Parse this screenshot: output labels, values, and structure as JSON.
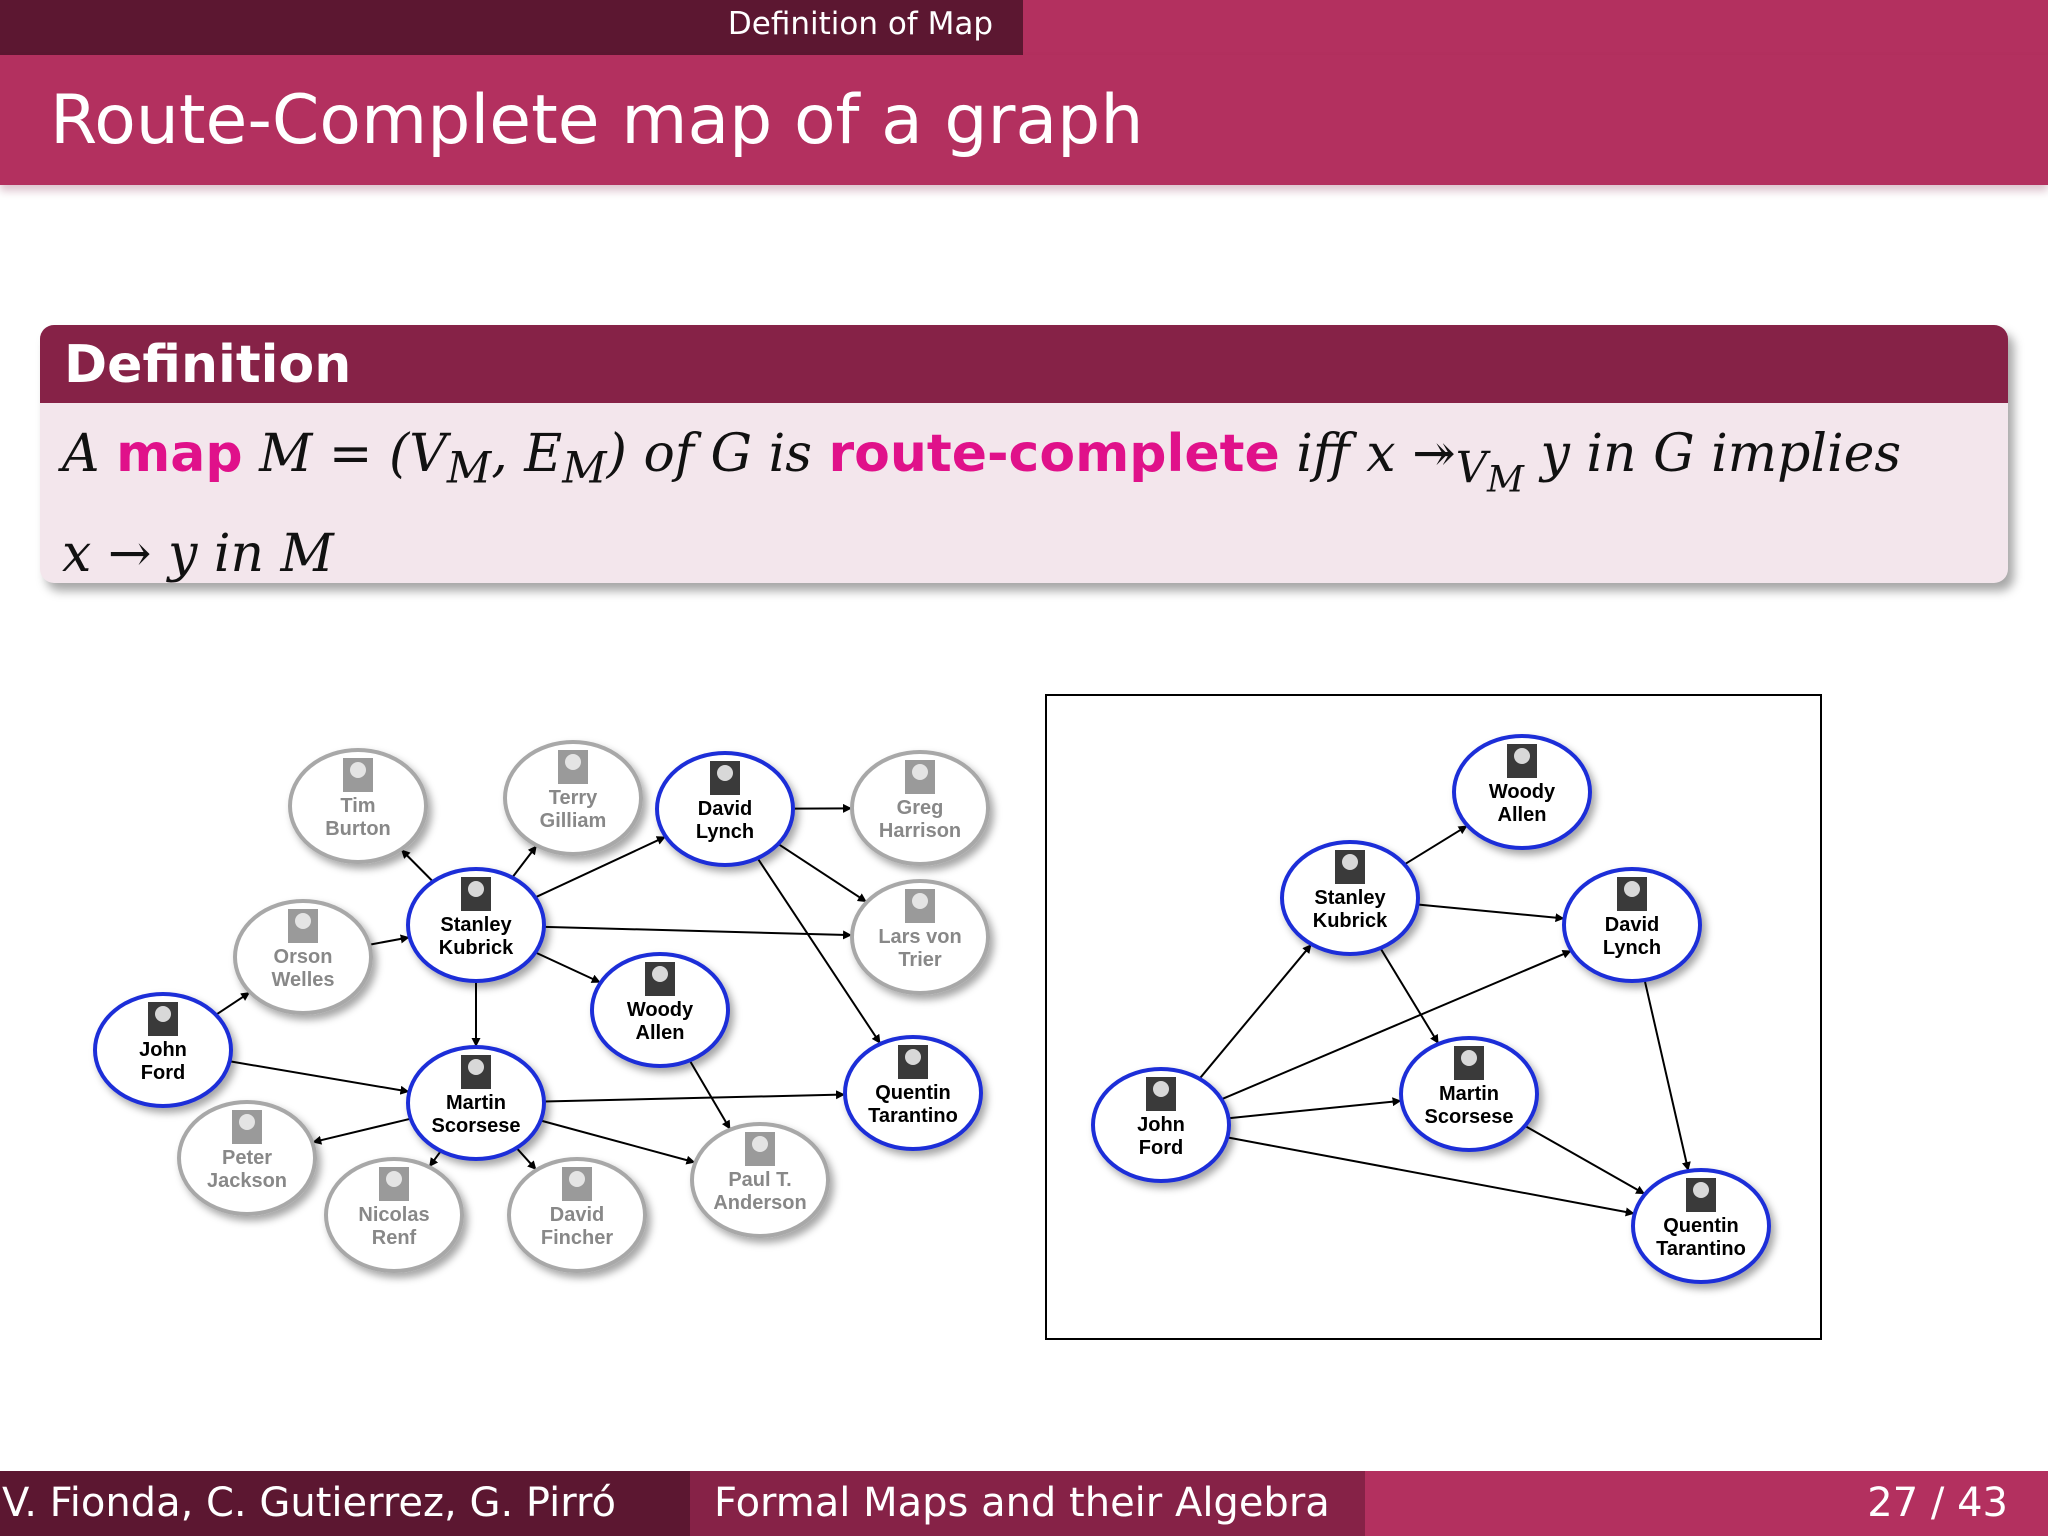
{
  "header": {
    "section": "Definition of Map",
    "title": "Route-Complete map of a graph"
  },
  "definition": {
    "heading": "Definition",
    "text_a": "A",
    "term_map": "map",
    "formula_m": "M = (V",
    "sub_m1": "M",
    "text_comma": ", E",
    "sub_m2": "M",
    "text_b": ") of G is",
    "term_route": "route-complete",
    "text_c": "iff x ↠",
    "sub_vm": "V",
    "sub_vm_sub": "M",
    "text_d": "y in G implies",
    "line2": "x → y in M"
  },
  "colors": {
    "bar_light": "#b3305f",
    "bar_dark": "#5c1731",
    "bar_mid": "#862247",
    "highlight": "#e0118a",
    "node_blue": "#1f2fd8",
    "node_gray": "#a8a8a8"
  },
  "graph_full": {
    "nodes": [
      {
        "id": "tim",
        "label": [
          "Tim",
          "Burton"
        ],
        "style": "gray"
      },
      {
        "id": "terry",
        "label": [
          "Terry",
          "Gilliam"
        ],
        "style": "gray"
      },
      {
        "id": "david_lynch",
        "label": [
          "David",
          "Lynch"
        ],
        "style": "blue"
      },
      {
        "id": "greg",
        "label": [
          "Greg",
          "Harrison"
        ],
        "style": "gray"
      },
      {
        "id": "orson",
        "label": [
          "Orson",
          "Welles"
        ],
        "style": "gray"
      },
      {
        "id": "stanley",
        "label": [
          "Stanley",
          "Kubrick"
        ],
        "style": "blue"
      },
      {
        "id": "lars",
        "label": [
          "Lars von",
          "Trier"
        ],
        "style": "gray"
      },
      {
        "id": "woody",
        "label": [
          "Woody",
          "Allen"
        ],
        "style": "blue"
      },
      {
        "id": "john",
        "label": [
          "John",
          "Ford"
        ],
        "style": "blue"
      },
      {
        "id": "martin",
        "label": [
          "Martin",
          "Scorsese"
        ],
        "style": "blue"
      },
      {
        "id": "quentin",
        "label": [
          "Quentin",
          "Tarantino"
        ],
        "style": "blue"
      },
      {
        "id": "peter",
        "label": [
          "Peter",
          "Jackson"
        ],
        "style": "gray"
      },
      {
        "id": "nicolas",
        "label": [
          "Nicolas",
          "Renf"
        ],
        "style": "gray"
      },
      {
        "id": "fincher",
        "label": [
          "David",
          "Fincher"
        ],
        "style": "gray"
      },
      {
        "id": "paul",
        "label": [
          "Paul T.",
          "Anderson"
        ],
        "style": "gray"
      }
    ],
    "edges": [
      [
        "john",
        "orson"
      ],
      [
        "orson",
        "stanley"
      ],
      [
        "stanley",
        "tim"
      ],
      [
        "stanley",
        "terry"
      ],
      [
        "stanley",
        "david_lynch"
      ],
      [
        "stanley",
        "lars"
      ],
      [
        "stanley",
        "woody"
      ],
      [
        "stanley",
        "martin"
      ],
      [
        "david_lynch",
        "greg"
      ],
      [
        "david_lynch",
        "lars"
      ],
      [
        "david_lynch",
        "quentin"
      ],
      [
        "john",
        "martin"
      ],
      [
        "martin",
        "quentin"
      ],
      [
        "martin",
        "peter"
      ],
      [
        "martin",
        "nicolas"
      ],
      [
        "martin",
        "fincher"
      ],
      [
        "martin",
        "paul"
      ],
      [
        "woody",
        "paul"
      ]
    ]
  },
  "graph_map": {
    "nodes": [
      {
        "id": "woody",
        "label": [
          "Woody",
          "Allen"
        ],
        "style": "blue"
      },
      {
        "id": "stanley",
        "label": [
          "Stanley",
          "Kubrick"
        ],
        "style": "blue"
      },
      {
        "id": "david_lynch",
        "label": [
          "David",
          "Lynch"
        ],
        "style": "blue"
      },
      {
        "id": "john",
        "label": [
          "John",
          "Ford"
        ],
        "style": "blue"
      },
      {
        "id": "martin",
        "label": [
          "Martin",
          "Scorsese"
        ],
        "style": "blue"
      },
      {
        "id": "quentin",
        "label": [
          "Quentin",
          "Tarantino"
        ],
        "style": "blue"
      }
    ],
    "edges": [
      [
        "john",
        "stanley"
      ],
      [
        "john",
        "david_lynch"
      ],
      [
        "john",
        "martin"
      ],
      [
        "john",
        "quentin"
      ],
      [
        "stanley",
        "woody"
      ],
      [
        "stanley",
        "david_lynch"
      ],
      [
        "stanley",
        "martin"
      ],
      [
        "martin",
        "quentin"
      ],
      [
        "david_lynch",
        "quentin"
      ]
    ]
  },
  "footer": {
    "authors": "V. Fionda, C. Gutierrez, G. Pirró",
    "talk": "Formal Maps and their Algebra",
    "page": "27 / 43"
  }
}
